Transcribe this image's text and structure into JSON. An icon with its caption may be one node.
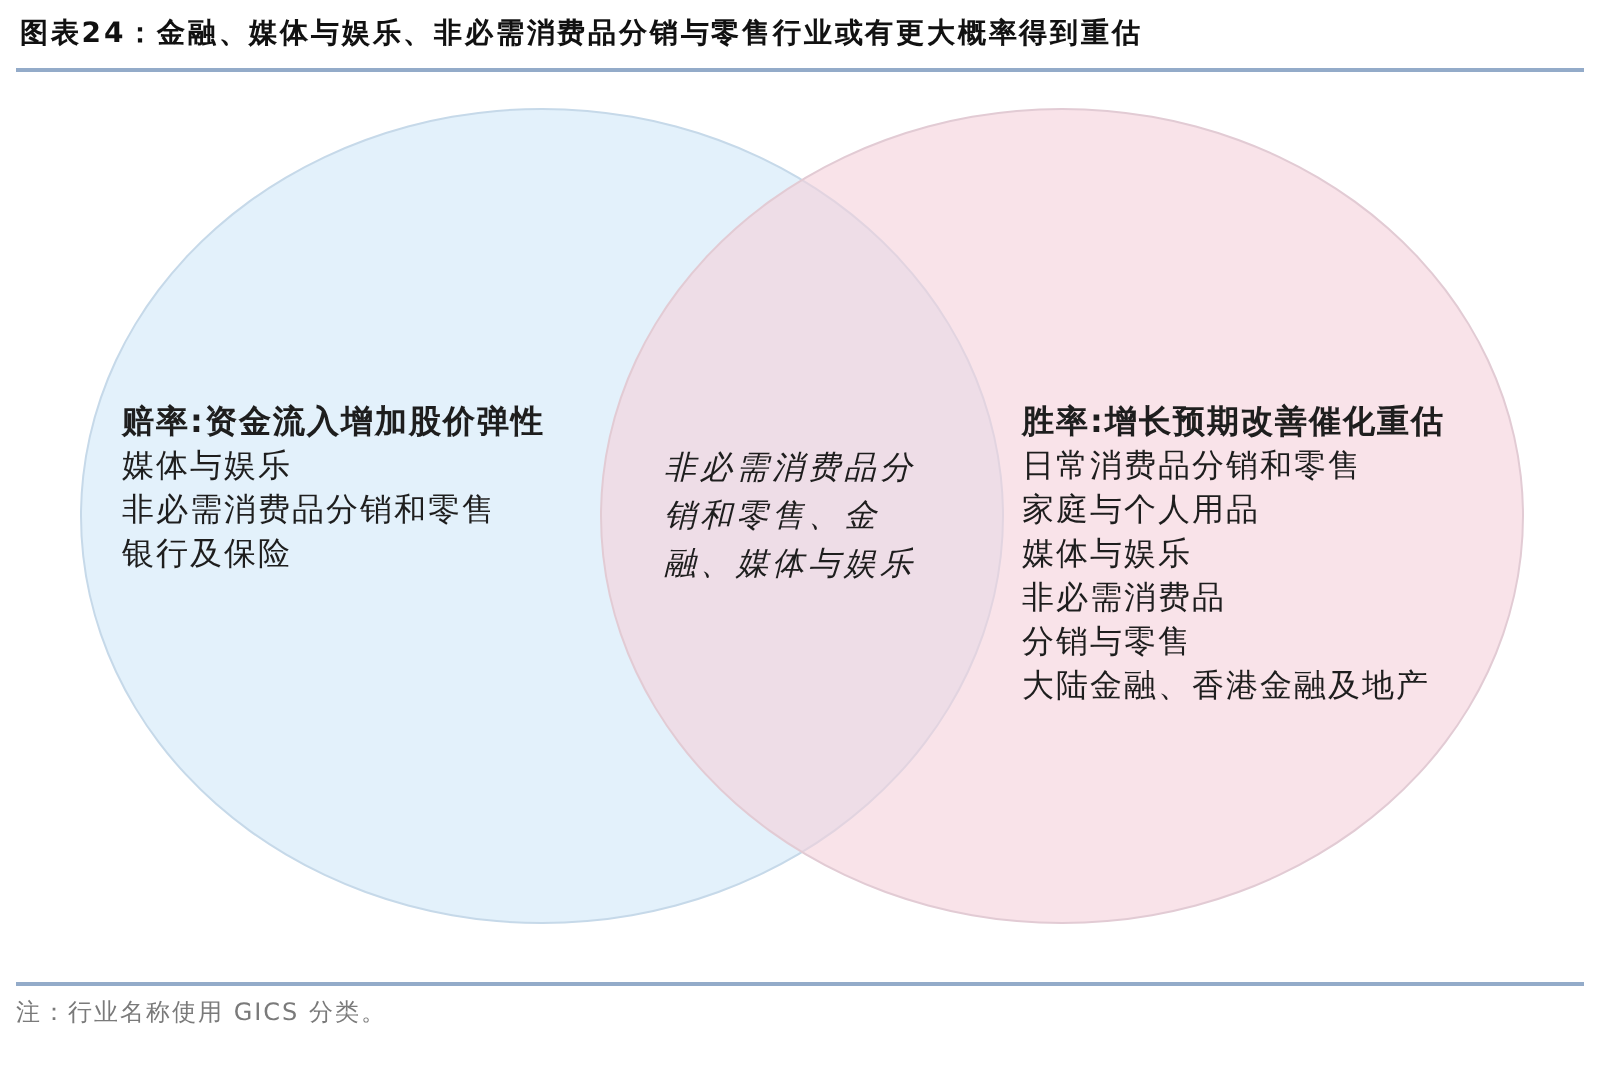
{
  "diagram": {
    "title": "图表24：金融、媒体与娱乐、非必需消费品分销与零售行业或有更大概率得到重估",
    "nodes": [
      {
        "text": [
          "赔率:资金流入增加股价弹性",
          "媒体与娱乐",
          "非必需消费品分销和零售",
          "银行及保险"
        ]
      },
      {
        "text": [
          "胜率:增长预期改善催化重估",
          "日常消费品分销和零售",
          "家庭与个人用品",
          "媒体与娱乐",
          "非必需消费品",
          "分销与零售",
          "大陆金融、香港金融及地产"
        ]
      },
      {
        "text": [
          "非必需消费品分销和零售、金融、媒体与娱乐"
        ]
      }
    ],
    "labels": [
      "注：行业名称使用 GICS 分类。"
    ]
  }
}
